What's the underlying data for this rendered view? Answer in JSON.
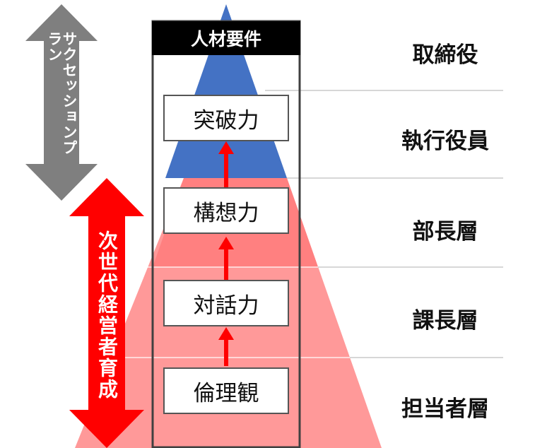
{
  "requirements_header": "人材要件",
  "requirements": [
    {
      "label": "倫理観"
    },
    {
      "label": "対話力"
    },
    {
      "label": "構想力"
    },
    {
      "label": "突破力"
    }
  ],
  "levels": [
    {
      "label": "取締役"
    },
    {
      "label": "執行役員"
    },
    {
      "label": "部長層"
    },
    {
      "label": "課長層"
    },
    {
      "label": "担当者層"
    }
  ],
  "arrows": {
    "succession": {
      "label": "サクセッションプラン",
      "color": "#7f7f7f"
    },
    "next_generation": {
      "label": "次世代経営者育成",
      "color": "#ff0000"
    }
  },
  "colors": {
    "pyramid_top": "#4472c4",
    "pyramid_bottom": "#ff9999",
    "pyramid_bottom_dark": "#ff8080",
    "step_arrow": "#ff0000",
    "frame": "#404040",
    "divider": "#bfbfbf"
  }
}
